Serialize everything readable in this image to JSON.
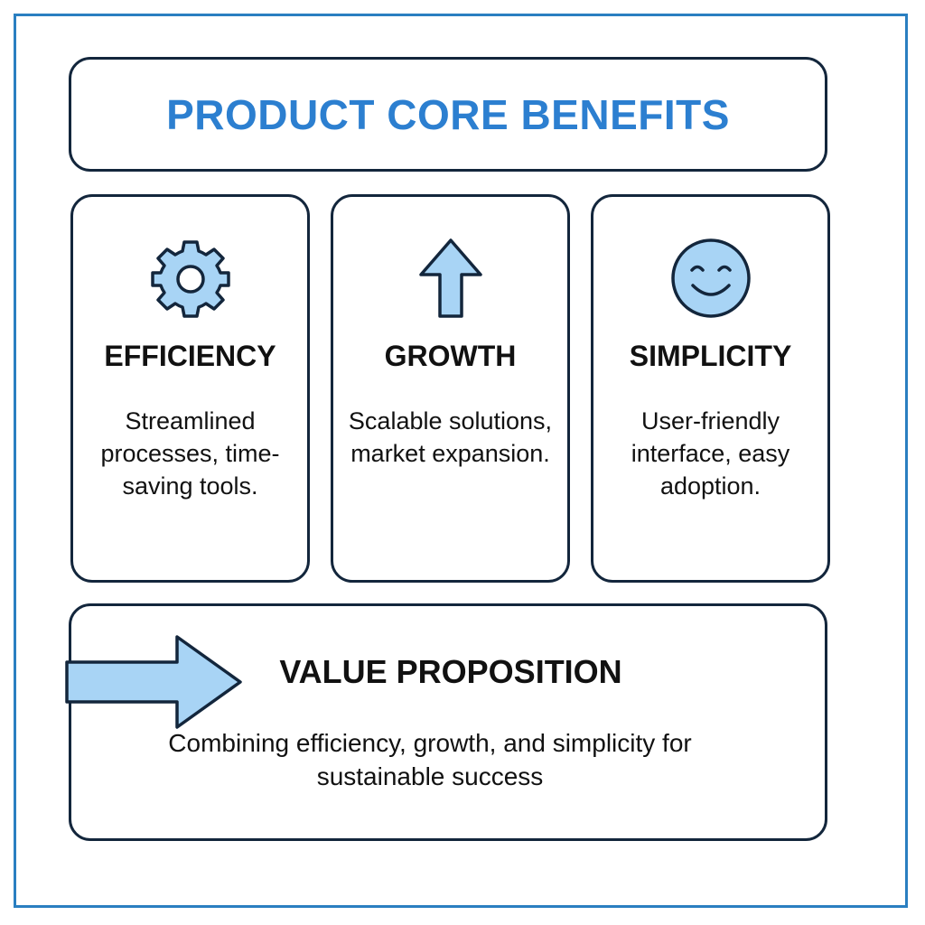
{
  "title": "PRODUCT CORE BENEFITS",
  "cards": [
    {
      "icon": "gear-icon",
      "heading": "EFFICIENCY",
      "text": "Streamlined processes, time-saving tools."
    },
    {
      "icon": "up-arrow-icon",
      "heading": "GROWTH",
      "text": "Scalable solutions, market expansion."
    },
    {
      "icon": "smiley-icon",
      "heading": "SIMPLICITY",
      "text": "User-friendly interface, easy adoption."
    }
  ],
  "value": {
    "icon": "right-arrow-icon",
    "heading": "VALUE PROPOSITION",
    "text": "Combining efficiency, growth, and simplicity for sustainable success"
  },
  "colors": {
    "accent": "#2c7fd0",
    "frame": "#2a7fc1",
    "icon_fill": "#a8d4f5",
    "border": "#13263c"
  }
}
